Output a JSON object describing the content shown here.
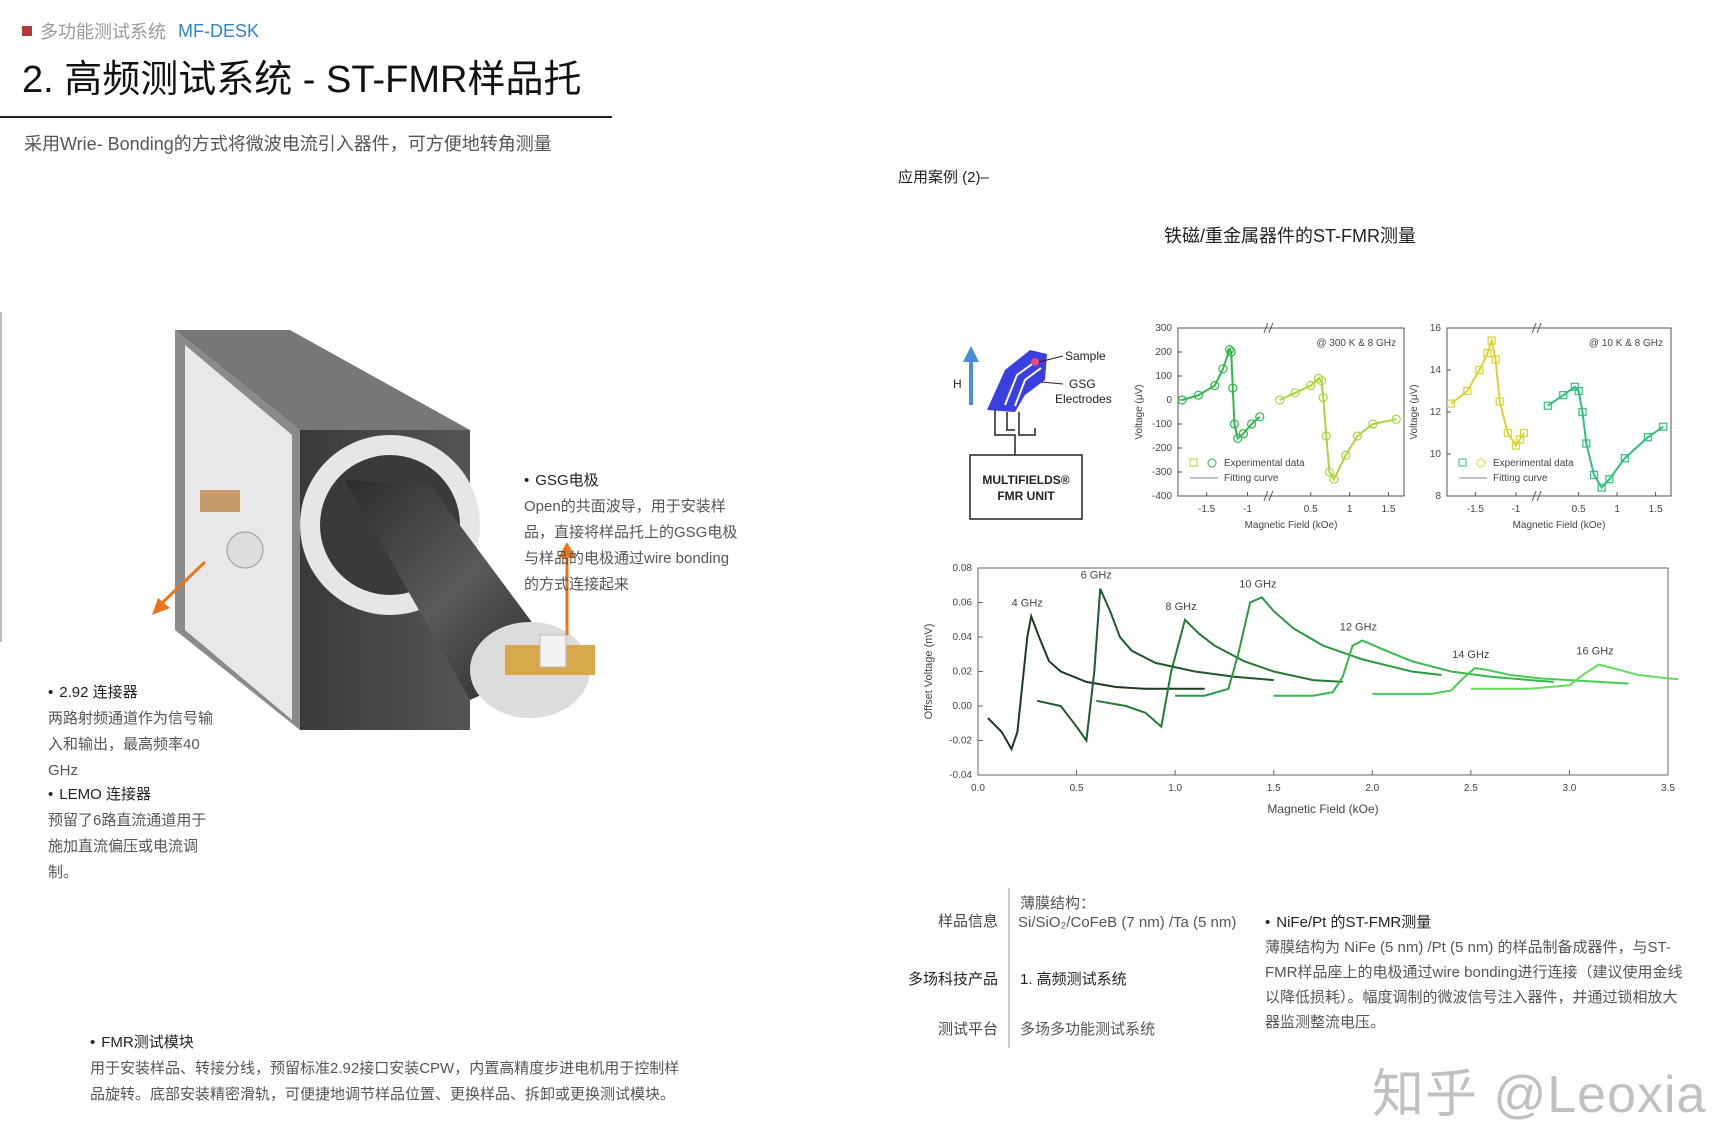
{
  "header": {
    "crumb_text": "多功能测试系统",
    "crumb_brand": "MF-DESK",
    "title": "2. 高频测试系统 - ST-FMR样品托",
    "subtitle": "采用Wrie- Bonding的方式将微波电流引入器件，可方便地转角测量"
  },
  "features": {
    "gsg": {
      "title": "GSG电极",
      "lines": [
        "Open的共面波导，用于安装样",
        "品，直接将样品托上的GSG电极",
        "与样品的电极通过wire  bonding",
        "的方式连接起来"
      ]
    },
    "connector": {
      "title": "2.92 连接器",
      "lines": [
        "两路射频通道作为信号输",
        "入和输出，最高频率40",
        "GHz"
      ]
    },
    "lemo": {
      "title": "LEMO 连接器",
      "lines": [
        "预留了6路直流通道用于",
        "施加直流偏压或电流调",
        "制。"
      ]
    },
    "fmr": {
      "title": "FMR测试模块",
      "lines": [
        "用于安装样品、转接分线，预留标准2.92接口安装CPW，内置高精度步进电机用于控制样",
        "品旋转。底部安装精密滑轨，可便捷地调节样品位置、更换样品、拆卸或更换测试模块。"
      ]
    }
  },
  "case": {
    "label": "应用案例 (2)–",
    "figure_title": "铁磁/重金属器件的ST-FMR测量"
  },
  "schematic": {
    "h_label": "H",
    "sample_label": "Sample",
    "gsg_label_1": "GSG",
    "gsg_label_2": "Electrodes",
    "unit_line1": "MULTIFIELDS®",
    "unit_line2": "FMR UNIT",
    "device_color": "#3b3fe0",
    "arrow_color": "#4a8fd6"
  },
  "info": {
    "sample_label": "样品信息",
    "sample_value_1": "薄膜结构：",
    "sample_value_2": "Si/SiO₂/CoFeB (7 nm) /Ta (5 nm)",
    "product_label": "多场科技产品",
    "product_value": "1.    高频测试系统",
    "platform_label": "测试平台",
    "platform_value": "多场多功能测试系统"
  },
  "nife": {
    "title": "NiFe/Pt 的ST-FMR测量",
    "lines": [
      "薄膜结构为 NiFe (5 nm) /Pt (5 nm) 的样品制备成器件，与ST-",
      "FMR样品座上的电极通过wire  bonding进行连接（建议使用金线",
      "以降低损耗）。幅度调制的微波信号注入器件，并通过锁相放大",
      "器监测整流电压。"
    ]
  },
  "watermark": "知乎 @Leoxia",
  "chart_data": [
    {
      "type": "scatter",
      "annotation": "@ 300 K & 8 GHz",
      "xlabel": "Magnetic Field (kOe)",
      "ylabel": "Voltage (μV)",
      "xticks": [
        -1.5,
        -1.0,
        0.5,
        1.0,
        1.5
      ],
      "yticks": [
        300,
        200,
        100,
        0,
        -100,
        -200,
        -300,
        -400
      ],
      "ylim": [
        -400,
        300
      ],
      "legend": [
        "Experimental data",
        "Fitting curve"
      ],
      "colors": [
        "#2db84a",
        "#a9d63c"
      ],
      "series": [
        {
          "x": [
            -1.8,
            -1.6,
            -1.4,
            -1.3,
            -1.22,
            -1.2,
            -1.18,
            -1.16,
            -1.12,
            -1.05,
            -0.95,
            -0.85
          ],
          "y": [
            0,
            20,
            60,
            130,
            210,
            200,
            50,
            -100,
            -160,
            -140,
            -100,
            -70
          ]
        },
        {
          "x": [
            0.1,
            0.3,
            0.5,
            0.6,
            0.64,
            0.66,
            0.7,
            0.74,
            0.8,
            0.95,
            1.1,
            1.3,
            1.6
          ],
          "y": [
            0,
            30,
            60,
            90,
            80,
            10,
            -150,
            -300,
            -330,
            -230,
            -150,
            -100,
            -80
          ]
        }
      ]
    },
    {
      "type": "scatter",
      "annotation": "@ 10 K & 8 GHz",
      "xlabel": "Magnetic Field (kOe)",
      "ylabel": "Voltage (μV)",
      "xticks": [
        -1.5,
        -1.0,
        0.5,
        1.0,
        1.5
      ],
      "yticks": [
        16,
        14,
        12,
        10,
        8
      ],
      "ylim": [
        8,
        16
      ],
      "legend": [
        "Experimental data",
        "Fitting curve"
      ],
      "colors": [
        "#d8d430",
        "#2fc07a"
      ],
      "series": [
        {
          "x": [
            -1.8,
            -1.6,
            -1.45,
            -1.35,
            -1.3,
            -1.25,
            -1.2,
            -1.1,
            -1.0,
            -0.95,
            -0.9
          ],
          "y": [
            12.4,
            13.0,
            14.0,
            14.8,
            15.4,
            14.5,
            12.5,
            11.0,
            10.4,
            10.7,
            11.0
          ]
        },
        {
          "x": [
            0.1,
            0.3,
            0.45,
            0.5,
            0.55,
            0.6,
            0.7,
            0.8,
            0.9,
            1.1,
            1.4,
            1.6
          ],
          "y": [
            12.3,
            12.8,
            13.2,
            13.0,
            12.0,
            10.5,
            9.0,
            8.4,
            8.8,
            9.8,
            10.8,
            11.3
          ]
        }
      ]
    },
    {
      "type": "line",
      "xlabel": "Magnetic Field (kOe)",
      "ylabel": "Offset Voltage (mV)",
      "xlim": [
        0.0,
        3.5
      ],
      "ylim": [
        -0.04,
        0.08
      ],
      "xticks": [
        0.0,
        0.5,
        1.0,
        1.5,
        2.0,
        2.5,
        3.0,
        3.5
      ],
      "yticks": [
        0.08,
        0.06,
        0.04,
        0.02,
        0.0,
        -0.02,
        -0.04
      ],
      "series": [
        {
          "name": "4 GHz",
          "color": "#1c3b22",
          "x": [
            0.05,
            0.12,
            0.17,
            0.2,
            0.25,
            0.27,
            0.31,
            0.36,
            0.42,
            0.55,
            0.7,
            0.85,
            1.0,
            1.05,
            1.15
          ],
          "y": [
            -0.007,
            -0.015,
            -0.025,
            -0.015,
            0.04,
            0.052,
            0.04,
            0.026,
            0.02,
            0.014,
            0.011,
            0.01,
            0.01,
            0.01,
            0.01
          ]
        },
        {
          "name": "6 GHz",
          "color": "#1e5a2e",
          "x": [
            0.3,
            0.42,
            0.5,
            0.55,
            0.59,
            0.62,
            0.67,
            0.72,
            0.78,
            0.9,
            1.1,
            1.3,
            1.5
          ],
          "y": [
            0.003,
            0.0,
            -0.012,
            -0.02,
            0.02,
            0.068,
            0.055,
            0.04,
            0.032,
            0.025,
            0.02,
            0.017,
            0.015
          ]
        },
        {
          "name": "8 GHz",
          "color": "#237a36",
          "x": [
            0.6,
            0.75,
            0.85,
            0.93,
            0.98,
            1.05,
            1.12,
            1.2,
            1.35,
            1.5,
            1.7,
            1.85
          ],
          "y": [
            0.003,
            0.0,
            -0.004,
            -0.012,
            0.02,
            0.05,
            0.042,
            0.035,
            0.026,
            0.02,
            0.015,
            0.014
          ]
        },
        {
          "name": "10 GHz",
          "color": "#2a9a40",
          "x": [
            1.0,
            1.15,
            1.27,
            1.32,
            1.38,
            1.44,
            1.5,
            1.6,
            1.75,
            1.95,
            2.2,
            2.35
          ],
          "y": [
            0.006,
            0.006,
            0.01,
            0.03,
            0.06,
            0.063,
            0.055,
            0.045,
            0.035,
            0.027,
            0.02,
            0.018
          ]
        },
        {
          "name": "12 GHz",
          "color": "#36b84a",
          "x": [
            1.5,
            1.7,
            1.8,
            1.85,
            1.9,
            1.95,
            2.05,
            2.2,
            2.4,
            2.6,
            2.8,
            2.92
          ],
          "y": [
            0.006,
            0.006,
            0.008,
            0.017,
            0.035,
            0.038,
            0.033,
            0.026,
            0.02,
            0.017,
            0.015,
            0.014
          ]
        },
        {
          "name": "14 GHz",
          "color": "#49cc56",
          "x": [
            2.0,
            2.3,
            2.4,
            2.46,
            2.52,
            2.58,
            2.7,
            2.85,
            3.0,
            3.15,
            3.3
          ],
          "y": [
            0.007,
            0.007,
            0.009,
            0.016,
            0.022,
            0.021,
            0.018,
            0.016,
            0.015,
            0.014,
            0.013
          ]
        },
        {
          "name": "16 GHz",
          "color": "#63dd5f",
          "x": [
            2.5,
            2.8,
            3.0,
            3.08,
            3.15,
            3.22,
            3.35,
            3.5,
            3.62,
            3.72
          ],
          "y": [
            0.01,
            0.01,
            0.012,
            0.019,
            0.024,
            0.022,
            0.018,
            0.016,
            0.015,
            0.014
          ]
        }
      ]
    }
  ]
}
